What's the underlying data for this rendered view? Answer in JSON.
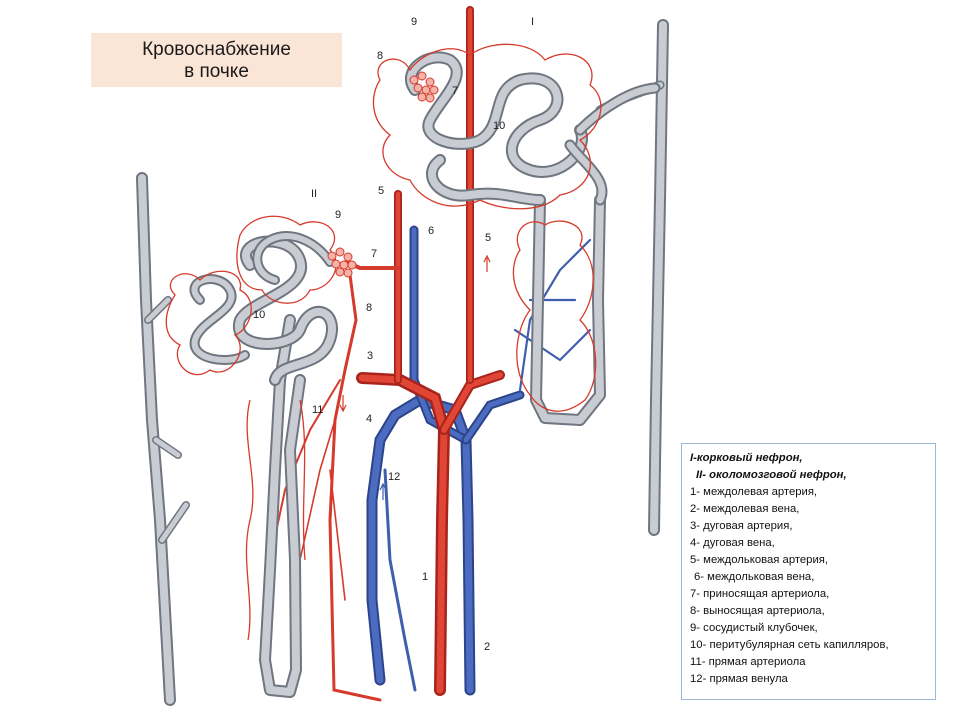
{
  "title": {
    "line1": "Кровоснабжение",
    "line2": "в почке"
  },
  "labels": {
    "i": "I",
    "ii": "II",
    "n1": "1",
    "n2": "2",
    "n3": "3",
    "n4": "4",
    "n5a": "5",
    "n5b": "5",
    "n6": "6",
    "n7a": "7",
    "n7b": "7",
    "n8a": "8",
    "n8b": "8",
    "n9a": "9",
    "n9b": "9",
    "n10a": "10",
    "n10b": "10",
    "n11": "11",
    "n12": "12"
  },
  "legend": {
    "line_i": "I-корковый нефрон,",
    "line_ii": "II- околомозговой нефрон,",
    "items": [
      "1- междолевая артерия,",
      "2- междолевая вена,",
      "3- дуговая артерия,",
      "4- дуговая вена,",
      "5- междольковая артерия,",
      "6- междольковая вена,",
      "7- приносящая артериола,",
      "8- выносящая артериола,",
      "9- сосудистый клубочек,",
      "10- перитубулярная сеть капилляров,",
      "11- прямая артериола",
      "12- прямая венула"
    ]
  },
  "colors": {
    "artery": "#d63a2c",
    "vein": "#3f5fae",
    "tubule": "#b9bec6",
    "tubule_edge": "#6f7680",
    "title_bg": "#fbe5d6"
  }
}
